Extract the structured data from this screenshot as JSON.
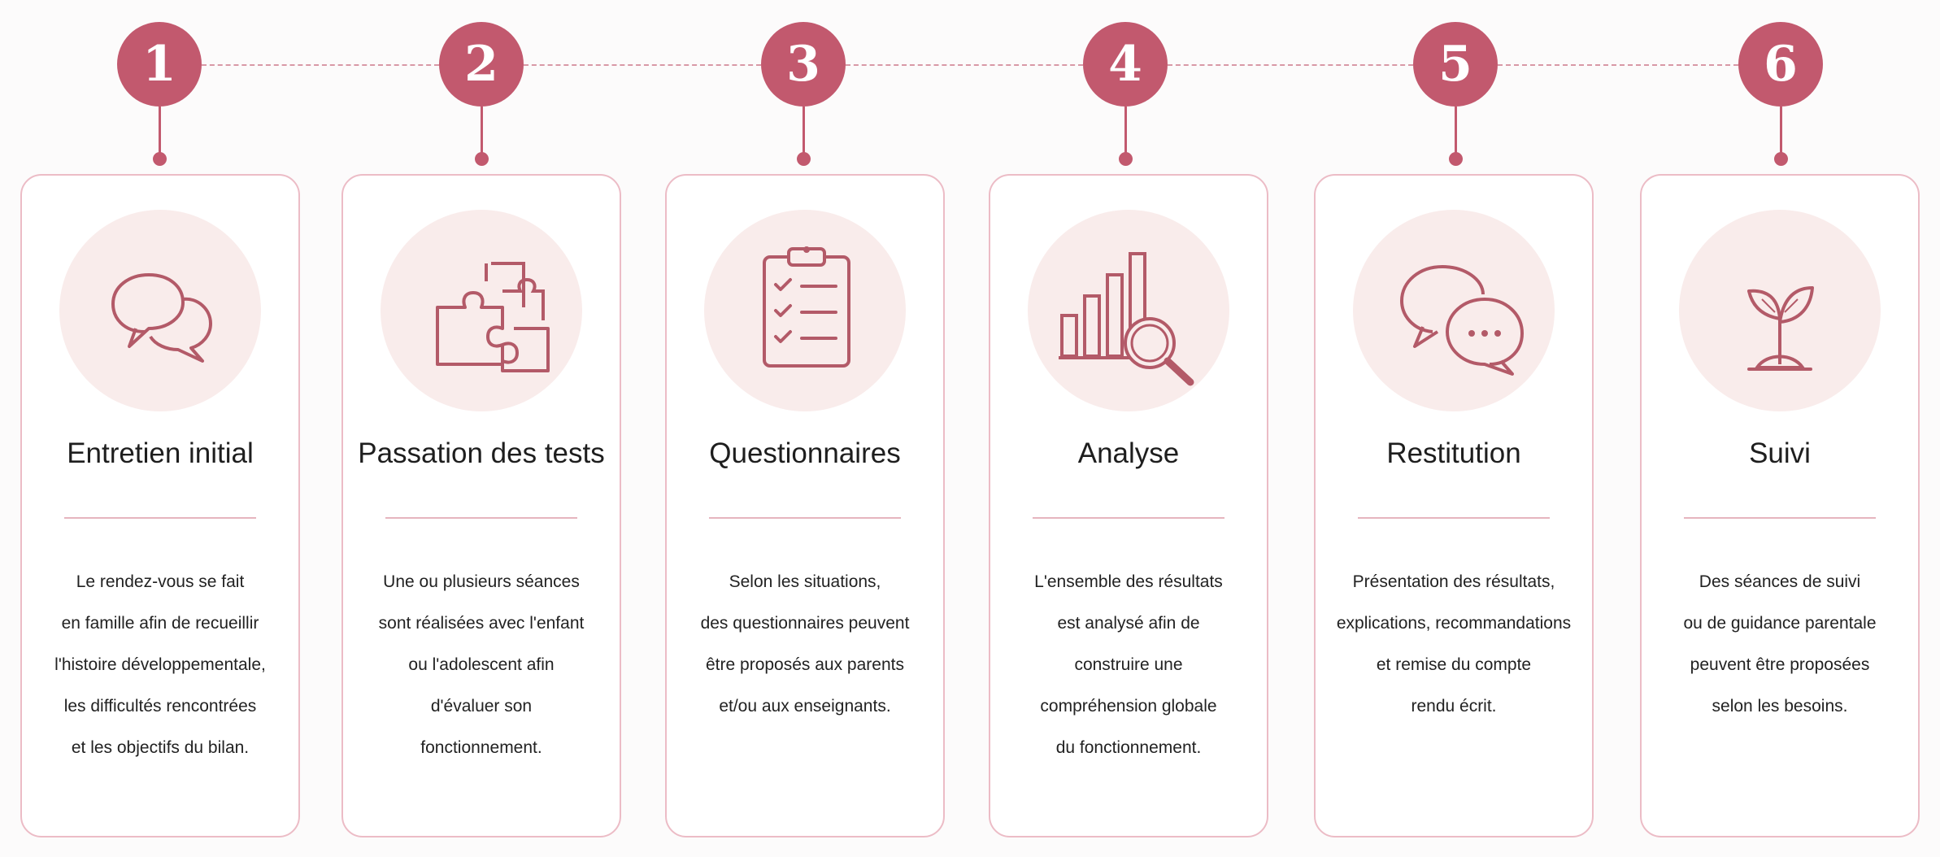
{
  "colors": {
    "accent": "#c2596e",
    "card_border": "#ecbcc6",
    "icon_background": "#f9eceb",
    "icon_stroke": "#b35a68",
    "text": "#1e1e1e"
  },
  "steps": [
    {
      "number": "1",
      "icon": "chat-bubbles-icon",
      "title": "Entretien initial",
      "lines": [
        "Le rendez-vous se fait",
        "en famille afin de recueillir",
        "l'histoire développementale,",
        "les difficultés rencontrées",
        "et les objectifs du bilan."
      ]
    },
    {
      "number": "2",
      "icon": "puzzle-icon",
      "title": "Passation des tests",
      "lines": [
        "Une ou plusieurs séances",
        "sont réalisées avec l'enfant",
        "ou l'adolescent afin",
        "d'évaluer son",
        "fonctionnement."
      ]
    },
    {
      "number": "3",
      "icon": "clipboard-checklist-icon",
      "title": "Questionnaires",
      "lines": [
        "Selon les situations,",
        "des questionnaires peuvent",
        "être proposés aux parents",
        "et/ou aux enseignants."
      ]
    },
    {
      "number": "4",
      "icon": "bar-chart-magnifier-icon",
      "title": "Analyse",
      "lines": [
        "L'ensemble des résultats",
        "est analysé afin de",
        "construire une",
        "compréhension globale",
        "du fonctionnement."
      ]
    },
    {
      "number": "5",
      "icon": "chat-dots-icon",
      "title": "Restitution",
      "lines": [
        "Présentation des résultats,",
        "explications, recommandations",
        "et remise du compte",
        "rendu écrit."
      ]
    },
    {
      "number": "6",
      "icon": "sprout-icon",
      "title": "Suivi",
      "lines": [
        "Des séances de suivi",
        "ou de guidance parentale",
        "peuvent être proposées",
        "selon les besoins."
      ]
    }
  ]
}
